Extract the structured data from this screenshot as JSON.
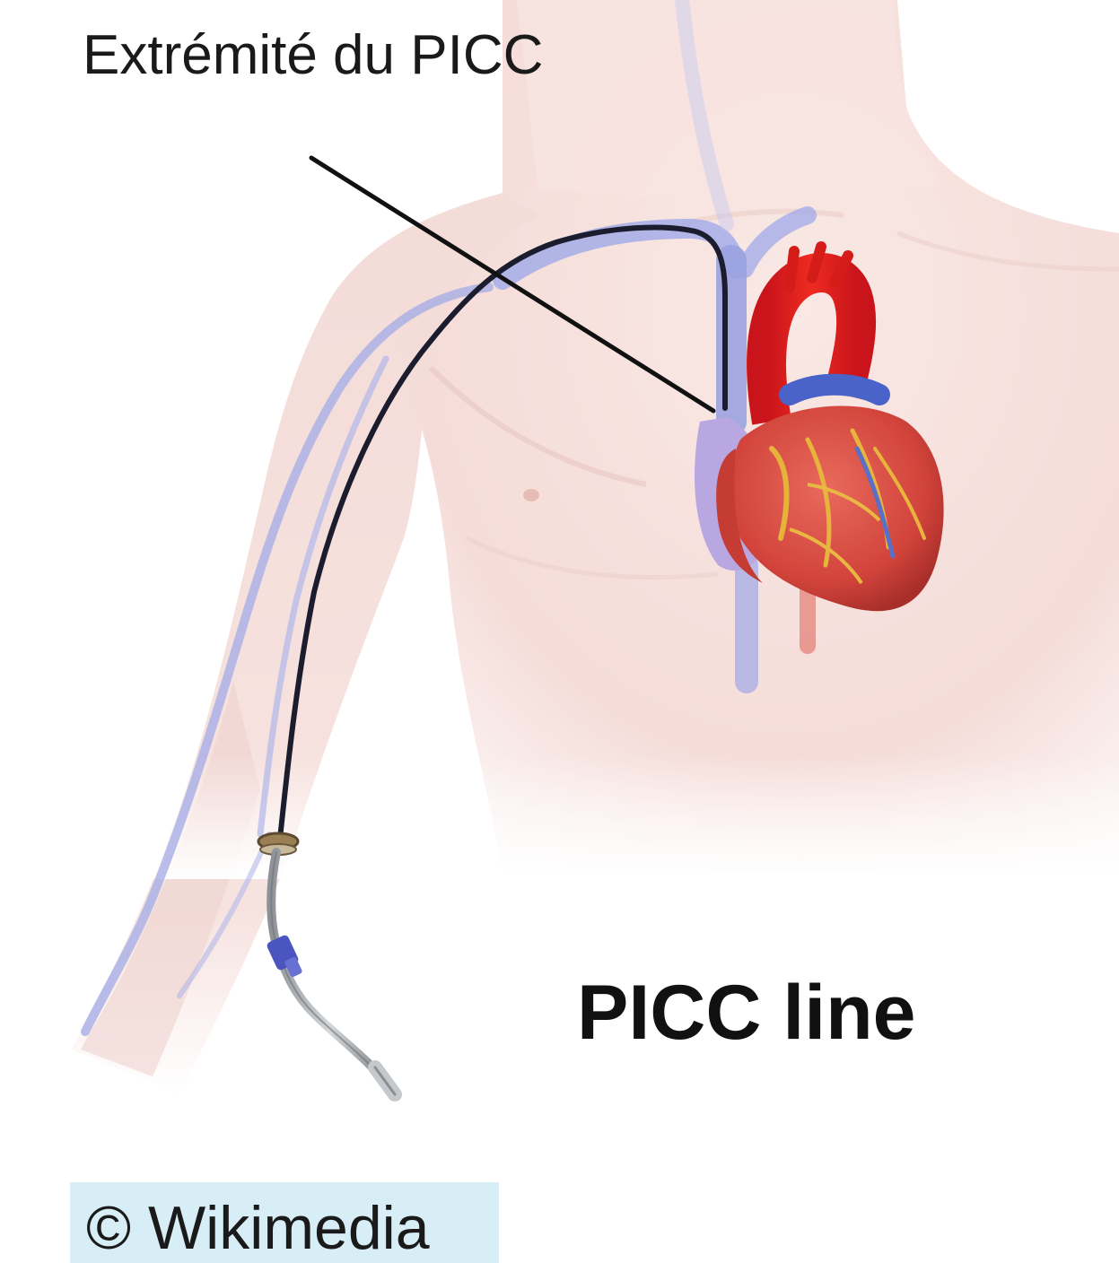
{
  "labels": {
    "catheter_tip": "Extrémité du PICC",
    "title": "PICC line",
    "credit": "© Wikimedia"
  },
  "colors": {
    "skin": "#f6e1de",
    "vein": "#9aa3e0",
    "catheter": "#1b1d2e",
    "heart": "#d8453c",
    "aorta": "#e3201c",
    "credit_background": "#d8eef6"
  }
}
